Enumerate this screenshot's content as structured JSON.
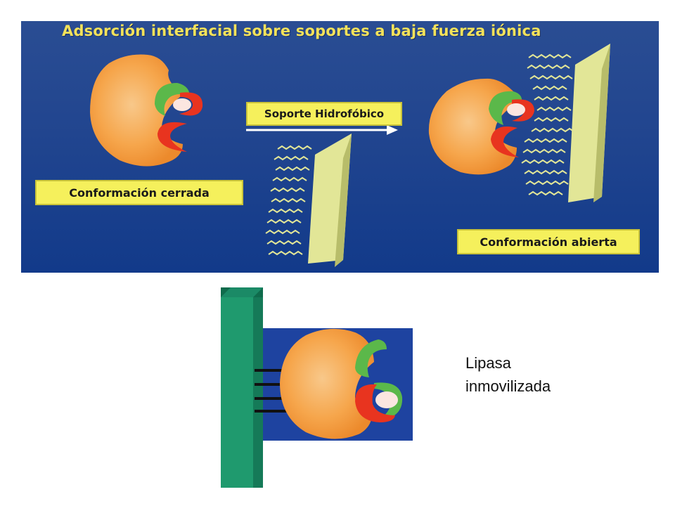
{
  "title": "Adsorción interfacial sobre soportes a baja fuerza iónica",
  "labels": {
    "closed": "Conformación cerrada",
    "support": "Soporte Hidrofóbico",
    "open": "Conformación abierta"
  },
  "caption": {
    "line1": "Lipasa",
    "line2": "inmovilizada"
  },
  "colors": {
    "panel_background": "#21458f",
    "title_text": "#f3e25a",
    "label_box": "#f5f05c",
    "enzyme_body": "#f7a84a",
    "lid_green": "#5bb84a",
    "active_site_red": "#e8341f",
    "hydrophobic_support": "#e2e697",
    "immobilization_support": "#1f9a6e"
  }
}
